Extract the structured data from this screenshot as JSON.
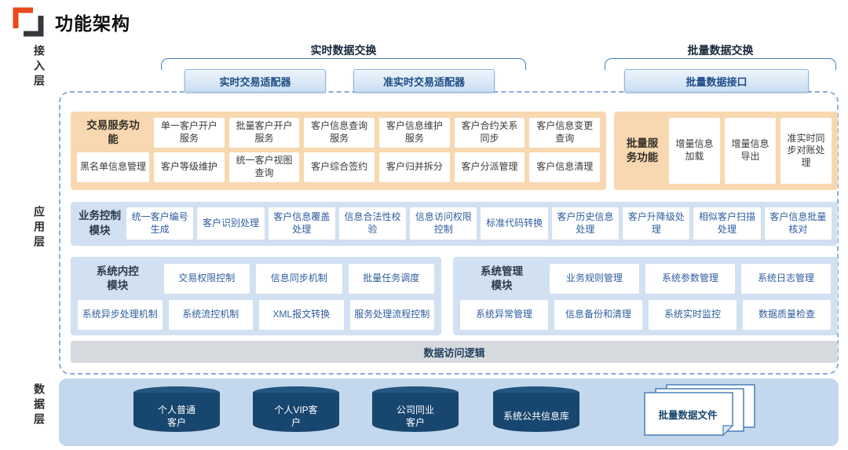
{
  "header": {
    "title": "功能架构"
  },
  "layers": [
    {
      "label": "接入层"
    },
    {
      "label": "应用层"
    },
    {
      "label": "数据层"
    }
  ],
  "access": {
    "realtime": {
      "label": "实时数据交换",
      "adapters": [
        "实时交易适配器",
        "准实时交易适配器"
      ]
    },
    "batch": {
      "label": "批量数据交换",
      "adapters": [
        "批量数据接口"
      ]
    }
  },
  "app": {
    "txn": {
      "label": "交易服务功能",
      "row1": [
        "单一客户开户服务",
        "批量客户开户服务",
        "客户信息查询服务",
        "客户信息维护服务",
        "客户合约关系同步",
        "客户信息变更查询"
      ],
      "row2": [
        "黑名单信息管理",
        "客户等级维护",
        "统一客户视图查询",
        "客户综合签约",
        "客户归并拆分",
        "客户分派管理",
        "客户信息清理"
      ]
    },
    "batchsvc": {
      "label": "批量服务功能",
      "items": [
        "增量信息加载",
        "增量信息导出",
        "准实时同步对账处理"
      ]
    },
    "bizctl": {
      "label": "业务控制模块",
      "items": [
        "统一客户编号生成",
        "客户识别处理",
        "客户信息覆盖处理",
        "信息合法性校验",
        "信息访问权限控制",
        "标准代码转换",
        "客户历史信息处理",
        "客户升降级处理",
        "相似客户扫描处理",
        "客户信息批量核对"
      ]
    },
    "intctl": {
      "label": "系统内控模块",
      "row1": [
        "交易权限控制",
        "信息同步机制",
        "批量任务调度"
      ],
      "row2": [
        "系统异步处理机制",
        "系统流控机制",
        "XML报文转换",
        "服务处理流程控制"
      ]
    },
    "sysmgmt": {
      "label": "系统管理模块",
      "row1": [
        "业务规则管理",
        "系统参数管理",
        "系统日志管理"
      ],
      "row2": [
        "系统异常管理",
        "信息备份和清理",
        "系统实时监控",
        "数据质量检查"
      ]
    },
    "dal": {
      "label": "数据访问逻辑"
    }
  },
  "dataLayer": {
    "databases": [
      "个人普通客户",
      "个人VIP客户",
      "公司同业客户",
      "系统公共信息库"
    ],
    "file": "批量数据文件"
  },
  "colors": {
    "accent": "#4a7ebb",
    "orangePanel": "#f8d8b0",
    "bluePanel": "#d2e1f1",
    "navy": "#17466e",
    "boxTextBlue": "#2e5d9e",
    "grayBar": "#d6dade"
  }
}
